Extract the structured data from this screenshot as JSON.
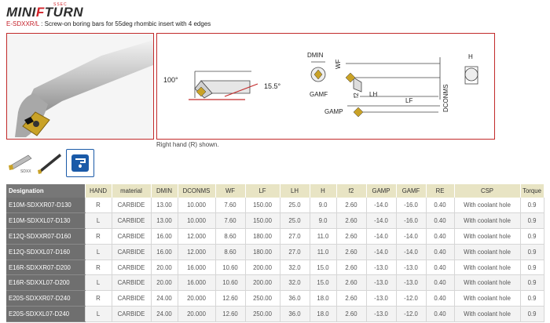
{
  "brand": {
    "name_pre": "MINI",
    "name_f": "F",
    "name_post": "TURN",
    "tiny": "SSEC"
  },
  "subtitle": {
    "code": "E-SDXXR/L",
    "text": " : Screw-on boring bars for 55deg rhombic insert with 4 edges"
  },
  "drawing": {
    "angle_100": "100°",
    "angle_155": "15.5°",
    "labels": {
      "dmin": "DMIN",
      "wf": "WF",
      "gamf": "GAMF",
      "gamp": "GAMP",
      "f2": "f2",
      "lh": "LH",
      "lf": "LF",
      "dconms": "DCONMS",
      "h": "H"
    }
  },
  "note": "Right hand (R) shown.",
  "icons": [
    "boring-bar-thumb-icon",
    "long-bar-thumb-icon",
    "coolant-icon"
  ],
  "table": {
    "headers": [
      "Designation",
      "HAND",
      "material",
      "DMIN",
      "DCONMS",
      "WF",
      "LF",
      "LH",
      "H",
      "f2",
      "GAMP",
      "GAMF",
      "RE",
      "CSP",
      "Torque"
    ],
    "rows": [
      [
        "E10M-SDXXR07-D130",
        "R",
        "CARBIDE",
        "13.00",
        "10.000",
        "7.60",
        "150.00",
        "25.0",
        "9.0",
        "2.60",
        "-14.0",
        "-16.0",
        "0.40",
        "With coolant hole",
        "0.9"
      ],
      [
        "E10M-SDXXL07-D130",
        "L",
        "CARBIDE",
        "13.00",
        "10.000",
        "7.60",
        "150.00",
        "25.0",
        "9.0",
        "2.60",
        "-14.0",
        "-16.0",
        "0.40",
        "With coolant hole",
        "0.9"
      ],
      [
        "E12Q-SDXXR07-D160",
        "R",
        "CARBIDE",
        "16.00",
        "12.000",
        "8.60",
        "180.00",
        "27.0",
        "11.0",
        "2.60",
        "-14.0",
        "-14.0",
        "0.40",
        "With coolant hole",
        "0.9"
      ],
      [
        "E12Q-SDXXL07-D160",
        "L",
        "CARBIDE",
        "16.00",
        "12.000",
        "8.60",
        "180.00",
        "27.0",
        "11.0",
        "2.60",
        "-14.0",
        "-14.0",
        "0.40",
        "With coolant hole",
        "0.9"
      ],
      [
        "E16R-SDXXR07-D200",
        "R",
        "CARBIDE",
        "20.00",
        "16.000",
        "10.60",
        "200.00",
        "32.0",
        "15.0",
        "2.60",
        "-13.0",
        "-13.0",
        "0.40",
        "With coolant hole",
        "0.9"
      ],
      [
        "E16R-SDXXL07-D200",
        "L",
        "CARBIDE",
        "20.00",
        "16.000",
        "10.60",
        "200.00",
        "32.0",
        "15.0",
        "2.60",
        "-13.0",
        "-13.0",
        "0.40",
        "With coolant hole",
        "0.9"
      ],
      [
        "E20S-SDXXR07-D240",
        "R",
        "CARBIDE",
        "24.00",
        "20.000",
        "12.60",
        "250.00",
        "36.0",
        "18.0",
        "2.60",
        "-13.0",
        "-12.0",
        "0.40",
        "With coolant hole",
        "0.9"
      ],
      [
        "E20S-SDXXL07-D240",
        "L",
        "CARBIDE",
        "24.00",
        "20.000",
        "12.60",
        "250.00",
        "36.0",
        "18.0",
        "2.60",
        "-13.0",
        "-12.0",
        "0.40",
        "With coolant hole",
        "0.9"
      ]
    ]
  }
}
